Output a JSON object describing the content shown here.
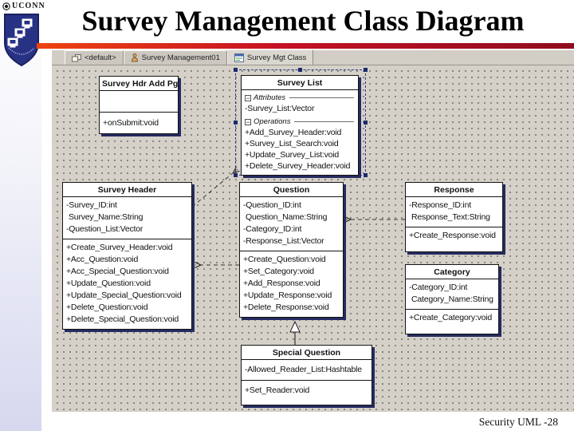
{
  "slide": {
    "brand": "UCONN",
    "title": "Survey Management Class Diagram",
    "footer": "Security UML -28"
  },
  "tabs": [
    {
      "label": "<default>",
      "icon": "windows-icon"
    },
    {
      "label": "Survey Management01",
      "icon": "actor-icon"
    },
    {
      "label": "Survey Mgt Class",
      "icon": "class-diagram-icon",
      "active": true
    }
  ],
  "classes": {
    "survey_hdr_add_pg": {
      "title": "Survey Hdr Add Pg",
      "attributes": [],
      "operations": [
        "+onSubmit:void"
      ]
    },
    "survey_list": {
      "title": "Survey List",
      "attributes_label": "Attributes",
      "operations_label": "Operations",
      "attributes": [
        "-Survey_List:Vector"
      ],
      "operations": [
        "+Add_Survey_Header:void",
        "+Survey_List_Search:void",
        "+Update_Survey_List:void",
        "+Delete_Survey_Header:void"
      ]
    },
    "survey_header": {
      "title": "Survey Header",
      "attributes": [
        "-Survey_ID:int",
        "Survey_Name:String",
        "-Question_List:Vector"
      ],
      "operations": [
        "+Create_Survey_Header:void",
        "+Acc_Question:void",
        "+Acc_Special_Question:void",
        "+Update_Question:void",
        "+Update_Special_Question:void",
        "+Delete_Question:void",
        "+Delete_Special_Question:void"
      ]
    },
    "question": {
      "title": "Question",
      "attributes": [
        "-Question_ID:int",
        "Question_Name:String",
        "-Category_ID:int",
        "-Response_List:Vector"
      ],
      "operations": [
        "+Create_Question:void",
        "+Set_Category:void",
        "+Add_Response:void",
        "+Update_Response:void",
        "+Delete_Response:void"
      ]
    },
    "response": {
      "title": "Response",
      "attributes": [
        "-Response_ID:int",
        "Response_Text:String"
      ],
      "operations": [
        "+Create_Response:void"
      ]
    },
    "category": {
      "title": "Category",
      "attributes": [
        "-Category_ID:int",
        "Category_Name:String"
      ],
      "operations": [
        "+Create_Category:void"
      ]
    },
    "special_question": {
      "title": "Special Question",
      "attributes": [
        "-Allowed_Reader_List:Hashtable"
      ],
      "operations": [
        "+Set_Reader:void"
      ]
    }
  },
  "relationships": [
    {
      "from": "Survey Header",
      "to": "Survey List",
      "type": "dependency"
    },
    {
      "from": "Question",
      "to": "Survey Header",
      "type": "dependency"
    },
    {
      "from": "Response",
      "to": "Question",
      "type": "dependency"
    },
    {
      "from": "Special Question",
      "to": "Question",
      "type": "generalization"
    }
  ],
  "colors": {
    "accent_left": "#ee4310",
    "accent_right": "#8e0c1e",
    "shield_navy": "#283285",
    "canvas_bg": "#d5d1c9",
    "selection_navy": "#1b2a6b",
    "box_shadow_navy": "#252b60"
  }
}
